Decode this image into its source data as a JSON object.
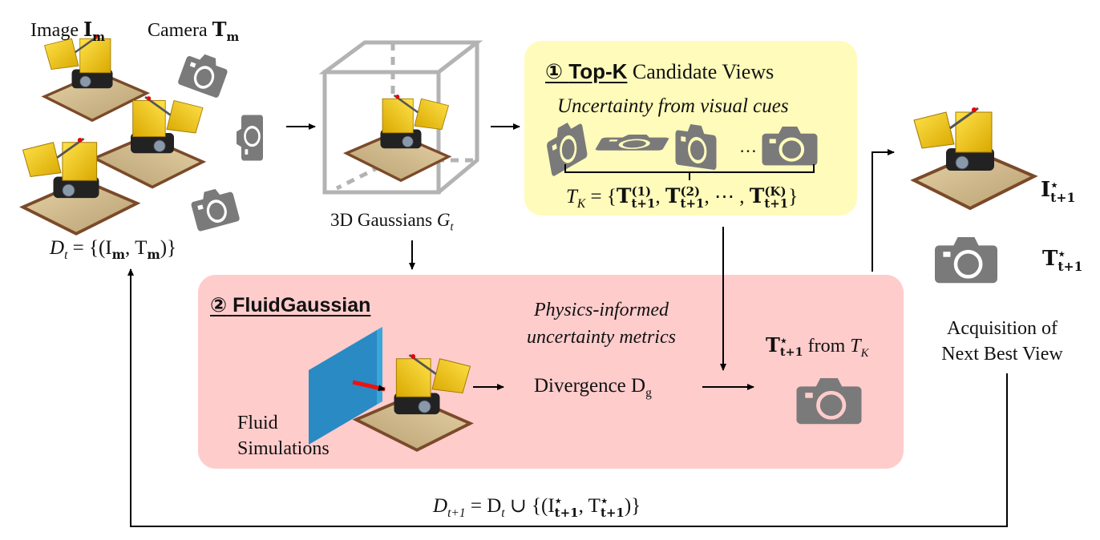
{
  "input_block": {
    "image_label": "Image",
    "image_symbol": "I",
    "image_sub": "m",
    "camera_label": "Camera",
    "camera_symbol": "T",
    "camera_sub": "m",
    "dataset_formula": {
      "lhs": "D",
      "lhs_sub": "t",
      "rhs": "= {(I",
      "rhs_sub1": "m",
      "rhs_mid": ", T",
      "rhs_sub2": "m",
      "rhs_end": ")}"
    },
    "icons": [
      "lego-excavator-image",
      "lego-excavator-image",
      "lego-excavator-image",
      "camera-icon",
      "camera-icon",
      "camera-icon"
    ]
  },
  "gaussians_block": {
    "label": "3D Gaussians",
    "symbol": "G",
    "symbol_sub": "t"
  },
  "topk_block": {
    "number": "①",
    "title_bold": "Top-K",
    "title_rest": "Candidate Views",
    "subtitle": "Uncertainty from visual cues",
    "ellipsis": "…",
    "set_symbol": "T",
    "set_symbol_sub": "K",
    "set_eq": "= {",
    "elements": [
      {
        "sym": "T",
        "sup": "(1)",
        "sub": "t+1"
      },
      {
        "sym": "T",
        "sup": "(2)",
        "sub": "t+1"
      },
      {
        "sym": "T",
        "sup": "(K)",
        "sub": "t+1"
      }
    ],
    "set_sep": ", ⋯ ,",
    "set_close": "}",
    "colors": {
      "background": "#fffbbb"
    }
  },
  "fluid_block": {
    "number": "②",
    "title": "FluidGaussian",
    "metrics_line1": "Physics-informed",
    "metrics_line2": "uncertainty metrics",
    "fluid_line1": "Fluid",
    "fluid_line2": "Simulations",
    "divergence_label": "Divergence D",
    "divergence_sub": "g",
    "selected_sym": "T",
    "selected_sup": "⋆",
    "selected_sub": "t+1",
    "selected_from": "from",
    "selected_set": "T",
    "selected_set_sub": "K",
    "colors": {
      "background": "#ffcccc",
      "fluid_wall": "#2a8ac4",
      "force_arrow": "#ee1111"
    }
  },
  "nbv_block": {
    "image_sym": "I",
    "image_sup": "⋆",
    "image_sub": "t+1",
    "camera_sym": "T",
    "camera_sup": "⋆",
    "camera_sub": "t+1",
    "caption_line1": "Acquisition of",
    "caption_line2": "Next Best View"
  },
  "update_formula": {
    "lhs": "D",
    "lhs_sub": "t+1",
    "eq": "= D",
    "eq_sub": "t",
    "union": "∪ {(I",
    "i_sup": "⋆",
    "i_sub": "t+1",
    "mid": ", T",
    "t_sup": "⋆",
    "t_sub": "t+1",
    "end": ")}"
  }
}
